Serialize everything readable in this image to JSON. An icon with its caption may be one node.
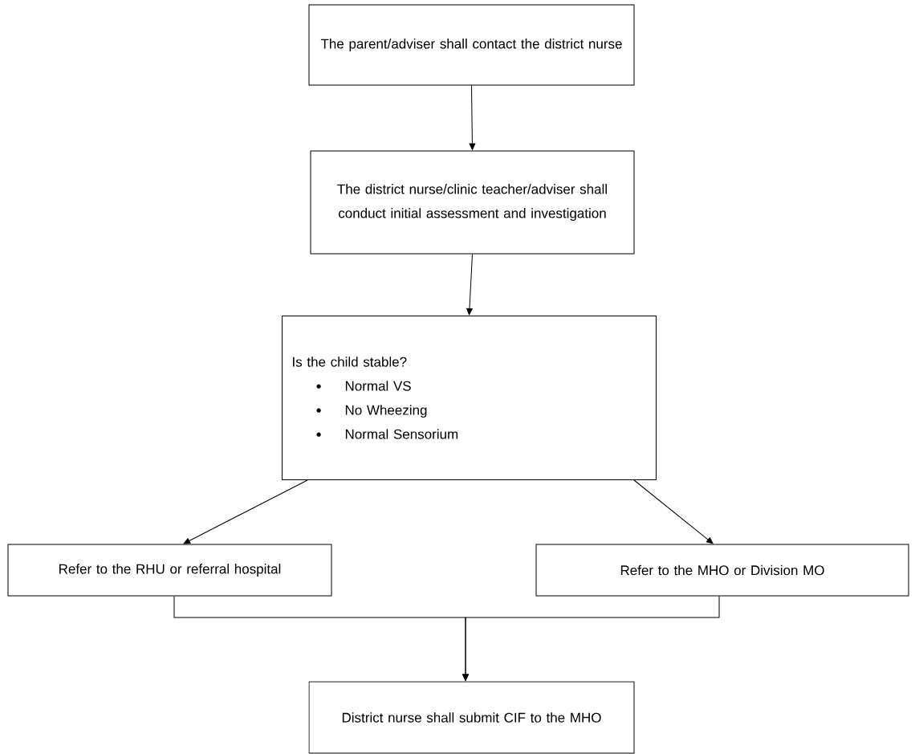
{
  "diagram": {
    "nodes": [
      {
        "text": [
          "The parent/adviser shall contact the district nurse"
        ]
      },
      {
        "text": [
          "The district nurse/clinic teacher/adviser shall conduct initial assessment and investigation"
        ]
      },
      {
        "text": [
          "Is the child stable?",
          "Normal VS",
          "No Wheezing",
          "Normal Sensorium"
        ]
      },
      {
        "text": [
          "Refer to the RHU or referral hospital"
        ]
      },
      {
        "text": [
          "Refer to the MHO or Division MO"
        ]
      },
      {
        "text": [
          "District nurse shall submit CIF to the MHO"
        ]
      }
    ],
    "edges": [
      {
        "from": 0,
        "to": 1,
        "arrow": "to"
      },
      {
        "from": 1,
        "to": 2,
        "arrow": "to"
      },
      {
        "from": 2,
        "to": 3,
        "arrow": "to"
      },
      {
        "from": 2,
        "to": 4,
        "arrow": "to"
      },
      {
        "from": 3,
        "to": 5,
        "arrow": "to"
      },
      {
        "from": 4,
        "to": 5,
        "arrow": "to"
      }
    ]
  }
}
